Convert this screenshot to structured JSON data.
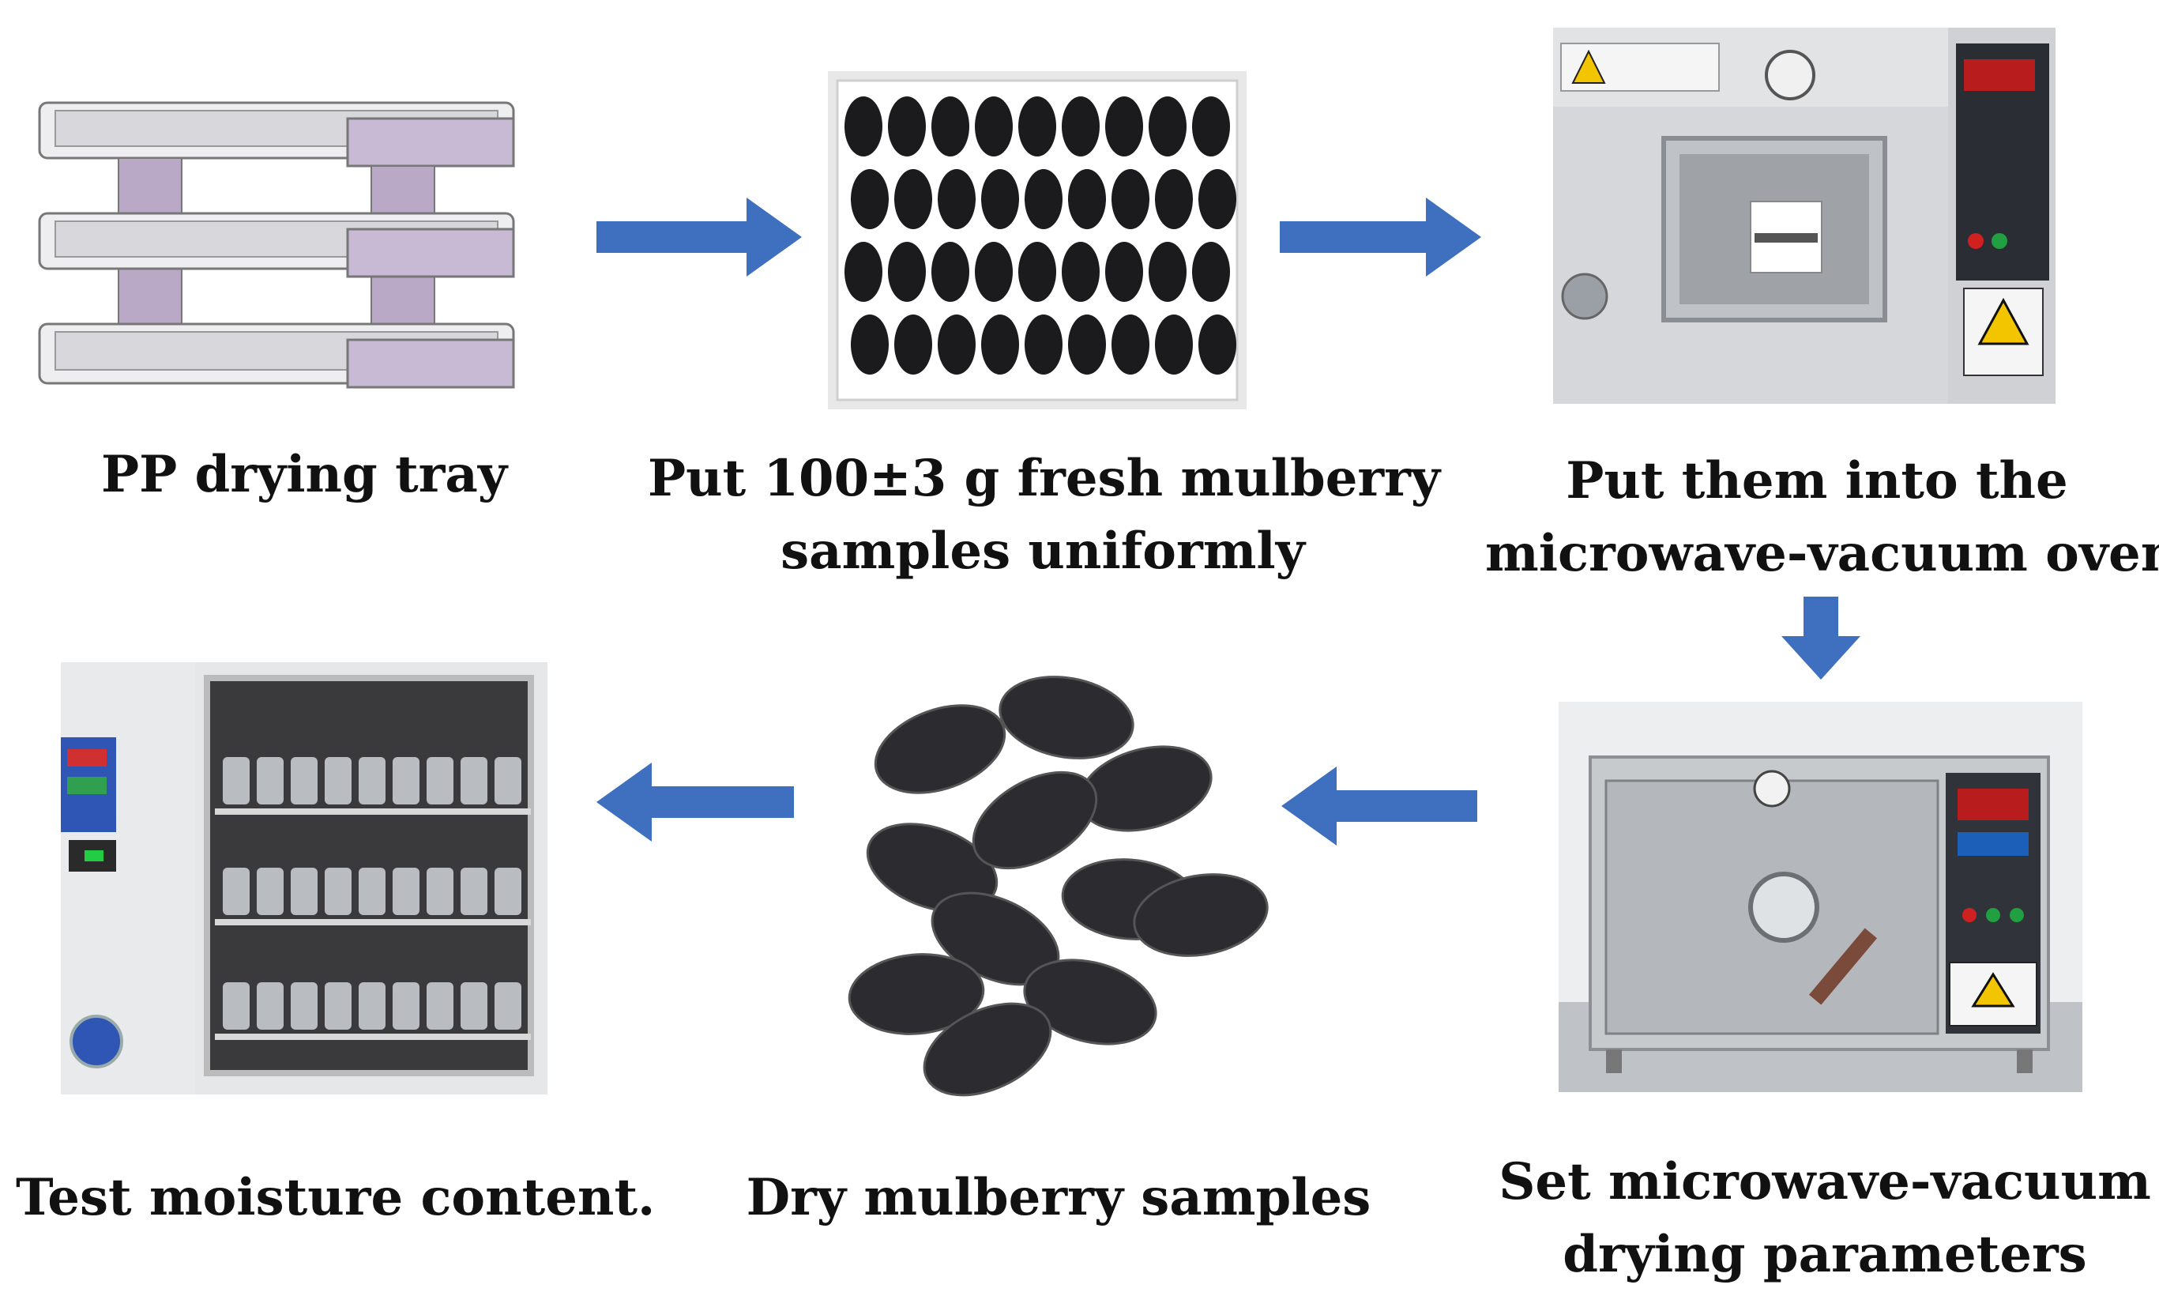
{
  "steps": [
    {
      "id": "pp-tray",
      "lines": [
        "PP drying tray"
      ]
    },
    {
      "id": "fresh-samples",
      "lines": [
        "Put 100±3 g fresh mulberry",
        "samples uniformly"
      ]
    },
    {
      "id": "into-oven",
      "lines": [
        "Put them into the",
        "microwave-vacuum oven"
      ]
    },
    {
      "id": "set-params",
      "lines": [
        "Set microwave-vacuum",
        "drying parameters"
      ]
    },
    {
      "id": "dry-samples",
      "lines": [
        "Dry mulberry samples"
      ]
    },
    {
      "id": "test-moisture",
      "lines": [
        "Test moisture content."
      ]
    }
  ],
  "colors": {
    "arrow": "#3f6fbf",
    "text": "#111111",
    "steel": "#c9ccd0",
    "tray": "#b9a9c6",
    "berry": "#1b1b1e"
  }
}
